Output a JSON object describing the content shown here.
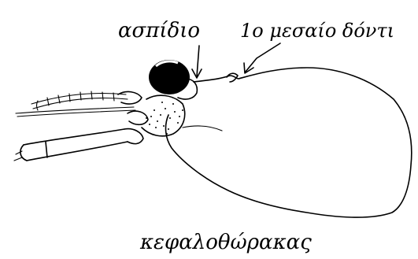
{
  "labels": {
    "shield": "ασπίδιο",
    "first_middle_tooth": "1ο μεσαίο δόντι",
    "cephalothorax": "κεφαλοθώρακας"
  },
  "colors": {
    "ink": "#000000",
    "paper": "#ffffff"
  }
}
